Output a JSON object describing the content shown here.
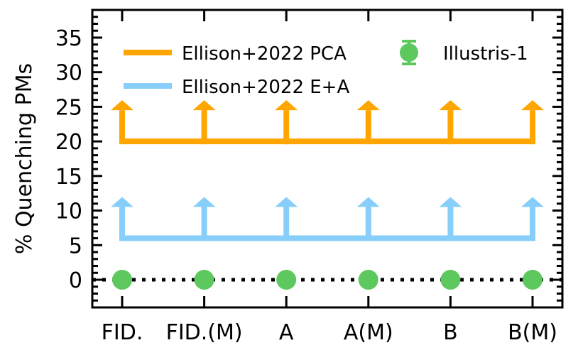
{
  "chart_data": {
    "type": "line",
    "ylabel": "% Quenching PMs",
    "xlabel": "",
    "categories": [
      "FID.",
      "FID.(M)",
      "A",
      "A(M)",
      "B",
      "B(M)"
    ],
    "ylim": [
      -4,
      39
    ],
    "yticks": [
      0,
      5,
      10,
      15,
      20,
      25,
      30,
      35
    ],
    "grid": false,
    "legend_position": "top",
    "series": [
      {
        "name": "Ellison+2022 PCA",
        "kind": "lower-limit",
        "color": "#FFA500",
        "values": [
          20,
          20,
          20,
          20,
          20,
          20
        ]
      },
      {
        "name": "Ellison+2022 E+A",
        "kind": "lower-limit",
        "color": "#87CEFA",
        "values": [
          6,
          6,
          6,
          6,
          6,
          6
        ]
      },
      {
        "name": "Illustris-1",
        "kind": "points",
        "color": "#5DC85D",
        "values": [
          0,
          0,
          0,
          0,
          0,
          0
        ]
      }
    ],
    "reference_line": {
      "y": 0,
      "style": "dotted",
      "color": "#000000"
    }
  }
}
